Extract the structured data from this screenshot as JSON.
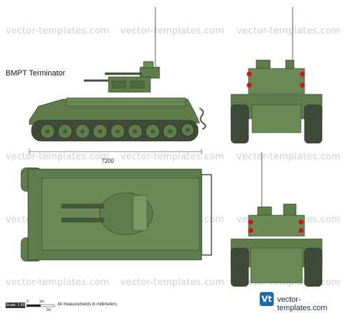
{
  "watermark": "vector-templates.com",
  "title": "BMPT Terminator",
  "dimension": "7200",
  "scale": {
    "label": "Scale: 1:50",
    "tick_left": "1m",
    "tick_right": "2m",
    "zero": "0"
  },
  "note": "All measurements in millimeters.",
  "logo": {
    "mark": "Vt",
    "text": "vector-templates.com"
  },
  "colors": {
    "body": "#5f7d4a",
    "dark": "#44583a",
    "light": "#7b9864",
    "track": "#3f4a38",
    "red": "#d2121d"
  }
}
